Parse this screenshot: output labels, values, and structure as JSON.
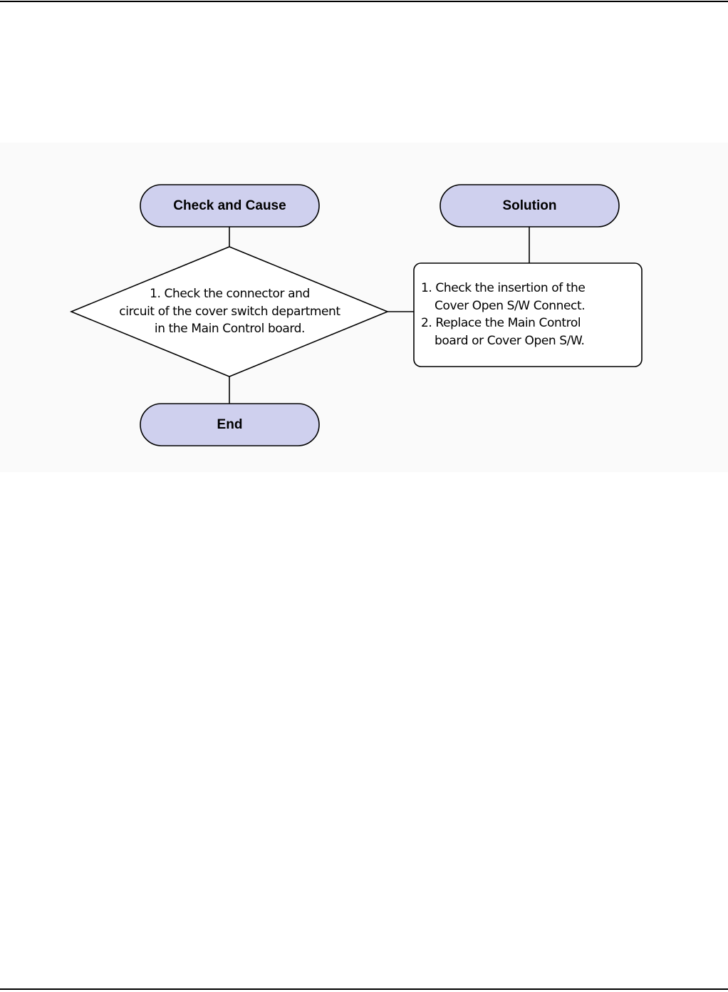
{
  "flowchart": {
    "check_and_cause": {
      "label": "Check and Cause"
    },
    "solution": {
      "label": "Solution"
    },
    "end": {
      "label": "End"
    },
    "decision": {
      "lines": [
        "1. Check the connector and",
        "circuit of the cover switch department",
        "in the Main Control board."
      ]
    },
    "solution_box": {
      "lines": [
        "1. Check the insertion of the",
        "Cover Open S/W Connect.",
        "2. Replace the Main Control",
        "board or Cover Open S/W."
      ]
    }
  },
  "colors": {
    "pill_fill": "#cfd0ee",
    "stroke": "#000000",
    "panel_background": "#fafafa"
  }
}
